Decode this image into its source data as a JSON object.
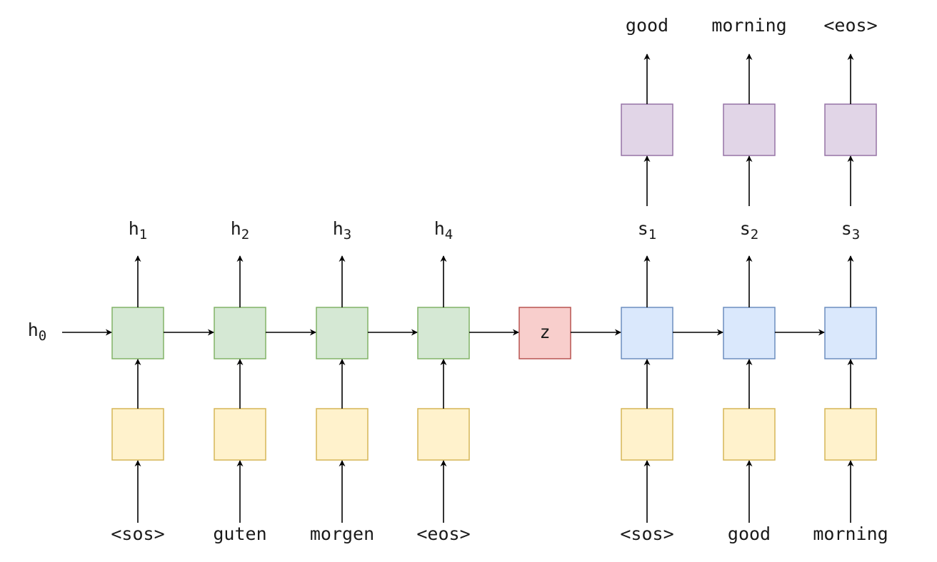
{
  "initial_state": {
    "base": "h",
    "sub": "0"
  },
  "encoder": {
    "inputs": [
      "<sos>",
      "guten",
      "morgen",
      "<eos>"
    ],
    "hidden": [
      {
        "base": "h",
        "sub": "1"
      },
      {
        "base": "h",
        "sub": "2"
      },
      {
        "base": "h",
        "sub": "3"
      },
      {
        "base": "h",
        "sub": "4"
      }
    ]
  },
  "context": {
    "label": "z"
  },
  "decoder": {
    "inputs": [
      "<sos>",
      "good",
      "morning"
    ],
    "hidden": [
      {
        "base": "s",
        "sub": "1"
      },
      {
        "base": "s",
        "sub": "2"
      },
      {
        "base": "s",
        "sub": "3"
      }
    ],
    "outputs": [
      "good",
      "morning",
      "<eos>"
    ]
  },
  "colors": {
    "embedding_fill": "#fff2cc",
    "embedding_stroke": "#d6b656",
    "encoder_fill": "#d5e8d4",
    "encoder_stroke": "#82b366",
    "context_fill": "#f8cecc",
    "context_stroke": "#b85450",
    "decoder_fill": "#dae8fc",
    "decoder_stroke": "#6c8ebf",
    "output_fill": "#e1d5e7",
    "output_stroke": "#9673a6",
    "arrow": "#000000"
  }
}
